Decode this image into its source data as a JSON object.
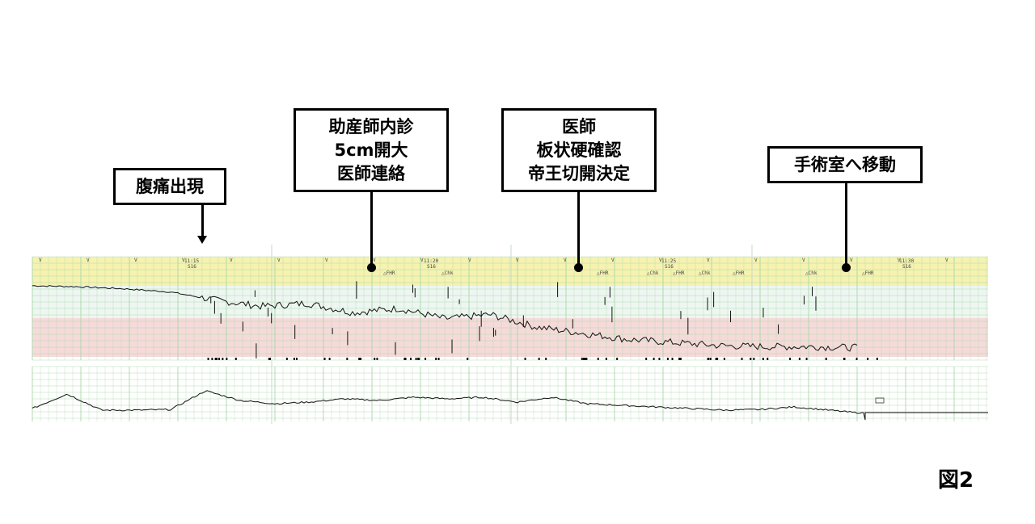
{
  "annotations": [
    {
      "id": "pain",
      "lines": [
        "腹痛出現"
      ],
      "pointer": "arrow"
    },
    {
      "id": "midwife",
      "lines": [
        "助産師内診",
        "5cm開大",
        "医師連絡"
      ],
      "pointer": "dot"
    },
    {
      "id": "doctor",
      "lines": [
        "医師",
        "板状硬確認",
        "帝王切開決定"
      ],
      "pointer": "dot"
    },
    {
      "id": "or",
      "lines": [
        "手術室へ移動"
      ],
      "pointer": "dot"
    }
  ],
  "figure_label": "図2",
  "chart_data": {
    "type": "line",
    "description_en": "Cardiotocograph strip: fetal heart rate (upper panel) and uterine contraction (lower panel)",
    "time_marks": [
      "11:15",
      "11:20",
      "11:25",
      "11:30"
    ],
    "series": [
      {
        "values": [
          0.72,
          0.71,
          0.69,
          0.66,
          0.58,
          0.52,
          0.55,
          0.46,
          0.5,
          0.4,
          0.44,
          0.32,
          0.26,
          0.2,
          0.17,
          0.14,
          0.13,
          0.13,
          0.12
        ]
      },
      {
        "values": [
          0.15,
          0.6,
          0.1,
          0.1,
          0.12,
          0.7,
          0.4,
          0.3,
          0.35,
          0.45,
          0.4,
          0.5,
          0.45,
          0.5,
          0.35,
          0.5,
          0.3,
          0.25,
          0.2,
          0.15,
          0.1,
          0.12,
          0.2,
          0.1,
          0.0
        ]
      }
    ],
    "colors": {
      "chart_green": "#a8d8a8",
      "fhr_band_yellow": "#f6f2b0",
      "fhr_band_pink": "#f6dada",
      "trace": "#111111"
    },
    "grid": true
  },
  "strip_text": {
    "time_labels": [
      "11:15",
      "11:20",
      "11:25",
      "11:30"
    ],
    "mode_label": "S16",
    "event_labels": [
      "△FHR",
      "△Chk",
      "△FHR",
      "△Chk",
      "△FHR",
      "△Chk",
      "△FHR",
      "△Chk",
      "△FHR"
    ]
  }
}
